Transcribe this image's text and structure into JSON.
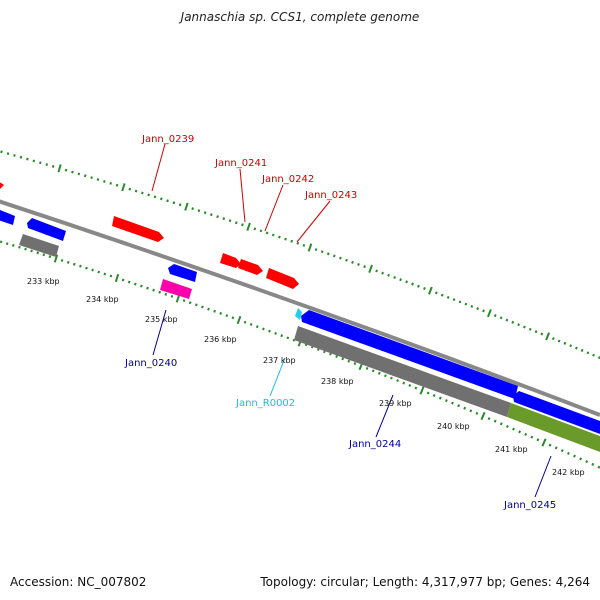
{
  "header": {
    "title": "Jannaschia sp. CCS1, complete genome"
  },
  "footer": {
    "accession": "Accession: NC_007802",
    "summary": "Topology: circular; Length: 4,317,977 bp; Genes: 4,264"
  },
  "colors": {
    "forward_gene": "#ff0000",
    "reverse_gene": "#0000ff",
    "reverse_gene_highlight": "#ff00aa",
    "rna": "#22ccee",
    "backbone": "#888888",
    "tick": "#2a8a2a",
    "operon_gray": "#707070",
    "operon_green": "#6a9a2a",
    "forward_label": "#cc0000",
    "reverse_label": "#000099",
    "rna_label": "#22bbdd"
  },
  "scale_labels": [
    "233 kbp",
    "234 kbp",
    "235 kbp",
    "236 kbp",
    "237 kbp",
    "238 kbp",
    "239 kbp",
    "240 kbp",
    "241 kbp",
    "242 kbp"
  ],
  "gene_labels": {
    "forward": [
      "Jann_0239",
      "Jann_0241",
      "Jann_0242",
      "Jann_0243"
    ],
    "reverse": [
      "Jann_0240",
      "Jann_0244",
      "Jann_0245"
    ],
    "rna": [
      "Jann_R0002"
    ]
  }
}
